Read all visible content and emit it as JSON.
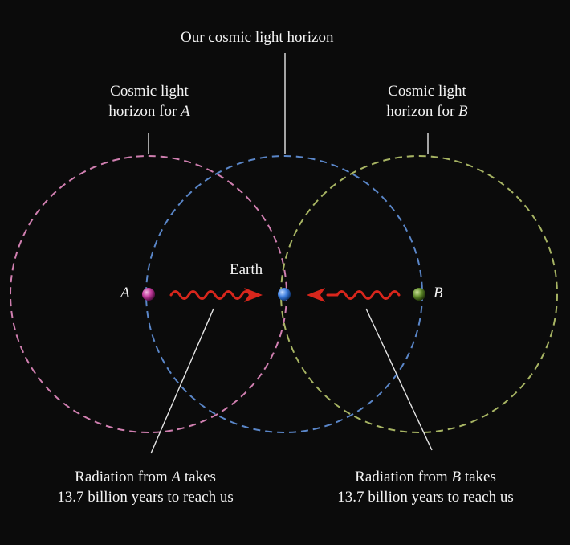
{
  "labels": {
    "our_horizon": "Our cosmic light horizon",
    "horizon_a": {
      "line1": "Cosmic light",
      "line2_prefix": "horizon for ",
      "line2_var": "A"
    },
    "horizon_b": {
      "line1": "Cosmic light",
      "line2_prefix": "horizon for ",
      "line2_var": "B"
    },
    "earth": "Earth",
    "point_a": "A",
    "point_b": "B",
    "radiation_a": {
      "line1_prefix": "Radiation from ",
      "line1_var": "A",
      "line1_suffix": " takes",
      "line2": "13.7 billion years to reach us"
    },
    "radiation_b": {
      "line1_prefix": "Radiation from ",
      "line1_var": "B",
      "line1_suffix": " takes",
      "line2": "13.7 billion years to reach us"
    }
  },
  "colors": {
    "background": "#0b0b0b",
    "horizon_a": "#d07fb0",
    "horizon_earth": "#5a86c8",
    "horizon_b": "#a7b463",
    "photon": "#d8261c",
    "dot_a": "#c0399a",
    "dot_earth": "#3d7fe0",
    "dot_b": "#5f8a2a",
    "text": "#f4f4f4"
  }
}
